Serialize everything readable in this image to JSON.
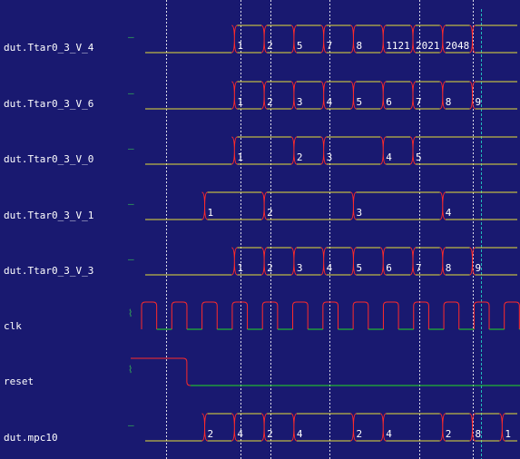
{
  "colors": {
    "background": "#191970",
    "bus": "#e8e038",
    "transition": "#ff2a2a",
    "low": "#22dd22",
    "text": "#ffffff",
    "dim_marker": "#33aa55",
    "grid": "#ffffff",
    "cursor": "#22bbbb"
  },
  "signals": [
    {
      "id": "v4",
      "name": "dut.Ttar0_3_V_4",
      "kind": "bus",
      "marker": "–",
      "values": [
        {
          "t": 0,
          "v": ""
        },
        {
          "t": 3,
          "v": "1"
        },
        {
          "t": 4,
          "v": "2"
        },
        {
          "t": 5,
          "v": "5"
        },
        {
          "t": 6,
          "v": "7"
        },
        {
          "t": 7,
          "v": "8"
        },
        {
          "t": 8,
          "v": "1121"
        },
        {
          "t": 9,
          "v": "2021"
        },
        {
          "t": 10,
          "v": "2048"
        },
        {
          "t": 11,
          "v": ""
        }
      ]
    },
    {
      "id": "v6",
      "name": "dut.Ttar0_3_V_6",
      "kind": "bus",
      "marker": "–",
      "values": [
        {
          "t": 0,
          "v": ""
        },
        {
          "t": 3,
          "v": "1"
        },
        {
          "t": 4,
          "v": "2"
        },
        {
          "t": 5,
          "v": "3"
        },
        {
          "t": 6,
          "v": "4"
        },
        {
          "t": 7,
          "v": "5"
        },
        {
          "t": 8,
          "v": "6"
        },
        {
          "t": 9,
          "v": "7"
        },
        {
          "t": 10,
          "v": "8"
        },
        {
          "t": 11,
          "v": "9"
        }
      ]
    },
    {
      "id": "v0",
      "name": "dut.Ttar0_3_V_0",
      "kind": "bus",
      "marker": "–",
      "values": [
        {
          "t": 0,
          "v": ""
        },
        {
          "t": 3,
          "v": "1"
        },
        {
          "t": 5,
          "v": "2"
        },
        {
          "t": 6,
          "v": "3"
        },
        {
          "t": 8,
          "v": "4"
        },
        {
          "t": 9,
          "v": "5"
        }
      ]
    },
    {
      "id": "v1",
      "name": "dut.Ttar0_3_V_1",
      "kind": "bus",
      "marker": "–",
      "values": [
        {
          "t": 0,
          "v": ""
        },
        {
          "t": 2,
          "v": "1"
        },
        {
          "t": 4,
          "v": "2"
        },
        {
          "t": 7,
          "v": "3"
        },
        {
          "t": 10,
          "v": "4"
        }
      ]
    },
    {
      "id": "v3",
      "name": "dut.Ttar0_3_V_3",
      "kind": "bus",
      "marker": "–",
      "values": [
        {
          "t": 0,
          "v": ""
        },
        {
          "t": 3,
          "v": "1"
        },
        {
          "t": 4,
          "v": "2"
        },
        {
          "t": 5,
          "v": "3"
        },
        {
          "t": 6,
          "v": "4"
        },
        {
          "t": 7,
          "v": "5"
        },
        {
          "t": 8,
          "v": "6"
        },
        {
          "t": 9,
          "v": "7"
        },
        {
          "t": 10,
          "v": "8"
        },
        {
          "t": 11,
          "v": "9"
        }
      ]
    },
    {
      "id": "clk",
      "name": "clk",
      "kind": "clock",
      "marker": "⌇"
    },
    {
      "id": "reset",
      "name": "reset",
      "kind": "bit",
      "marker": "⌇",
      "values": [
        {
          "t": 0,
          "v": 1
        },
        {
          "t": 1.4,
          "v": 0
        }
      ]
    },
    {
      "id": "mpc",
      "name": "dut.mpc10",
      "kind": "bus",
      "marker": "–",
      "values": [
        {
          "t": 0,
          "v": ""
        },
        {
          "t": 2,
          "v": "2"
        },
        {
          "t": 3,
          "v": "4"
        },
        {
          "t": 4,
          "v": "2"
        },
        {
          "t": 5,
          "v": "4"
        },
        {
          "t": 7,
          "v": "2"
        },
        {
          "t": 8,
          "v": "4"
        },
        {
          "t": 10,
          "v": "2"
        },
        {
          "t": 11,
          "v": "8"
        },
        {
          "t": 12,
          "v": "1"
        }
      ]
    }
  ],
  "timeline": {
    "units": 12.6,
    "clock_periods": 12.4,
    "gridlines": [
      0.7,
      3.2,
      4.2,
      6.2,
      9.2,
      11
    ],
    "cursor_at": 11.3
  }
}
